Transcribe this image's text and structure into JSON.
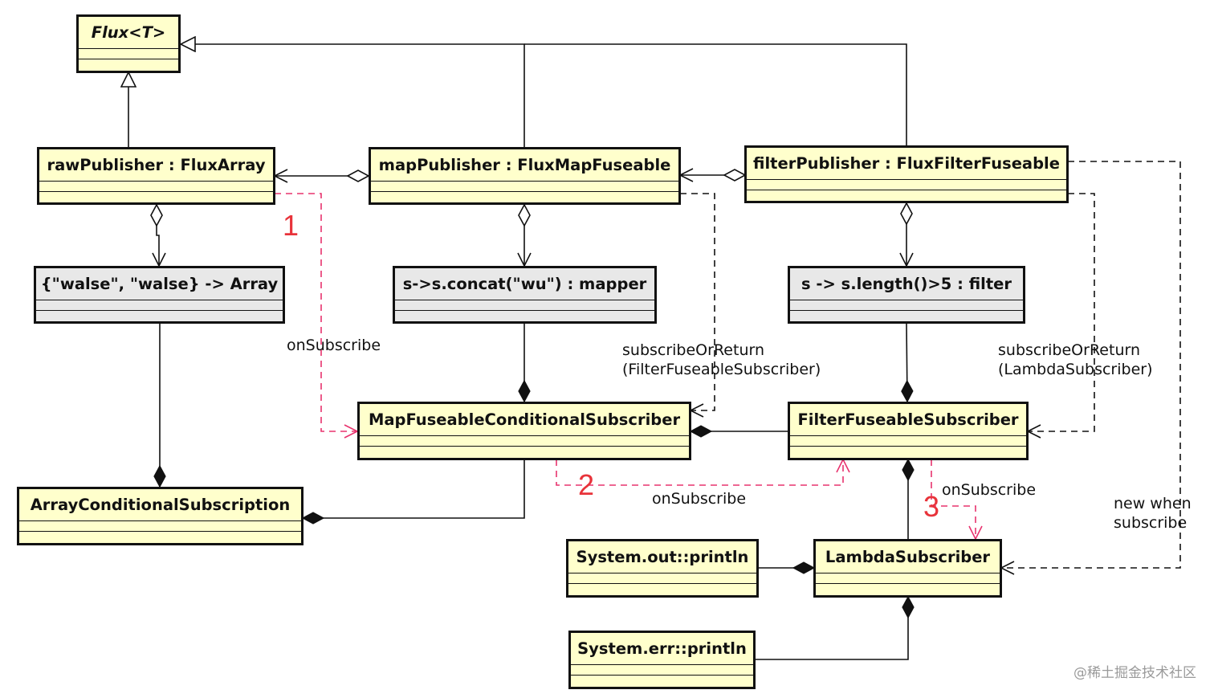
{
  "classes": {
    "flux": "Flux<T>",
    "raw_publisher": "rawPublisher : FluxArray",
    "map_publisher": "mapPublisher : FluxMapFuseable",
    "filter_publisher": "filterPublisher : FluxFilterFuseable",
    "array_source": "{\"walse\", \"walse} -> Array",
    "mapper": "s->s.concat(\"wu\") : mapper",
    "filter": "s -> s.length()>5 : filter",
    "map_subscriber": "MapFuseableConditionalSubscriber",
    "filter_subscriber": "FilterFuseableSubscriber",
    "array_subscription": "ArrayConditionalSubscription",
    "lambda_subscriber": "LambdaSubscriber",
    "out_println": "System.out::println",
    "err_println": "System.err::println"
  },
  "labels": {
    "on_subscribe_1": "onSubscribe",
    "on_subscribe_2": "onSubscribe",
    "on_subscribe_3": "onSubscribe",
    "subscribe_or_return_filter": [
      "subscribeOrReturn",
      "(FilterFuseableSubscriber)"
    ],
    "subscribe_or_return_lambda": [
      "subscribeOrReturn",
      "(LambdaSubscriber)"
    ],
    "new_when_subscribe": [
      "new when",
      "subscribe"
    ]
  },
  "steps": [
    "1",
    "2",
    "3"
  ],
  "watermark": "@稀土掘金技术社区",
  "colors": {
    "class_fill": "#ffffcc",
    "value_fill": "#e8e8e8",
    "step_color": "#e8333a",
    "flow_arrow": "#e8336e",
    "line": "#111111"
  }
}
